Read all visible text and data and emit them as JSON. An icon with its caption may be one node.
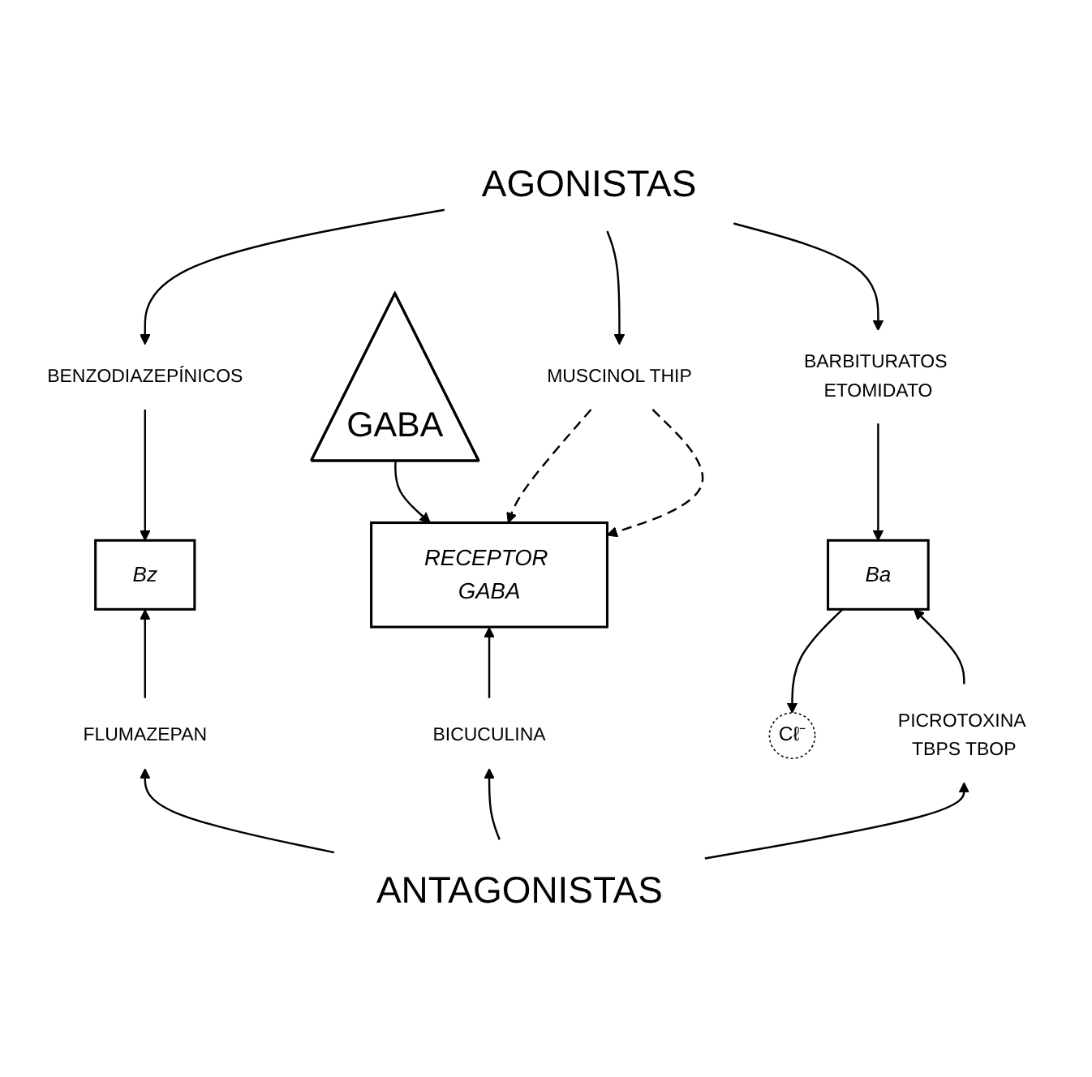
{
  "diagram": {
    "nodes": [
      {
        "text": [
          "AGONISTAS"
        ]
      },
      {
        "text": [
          "MUSCINOL THIP"
        ]
      },
      {
        "text": [
          "BENZODIAZEPÍNICOS"
        ]
      },
      {
        "text": [
          "BARBITURATOS ETOMIDATO"
        ]
      },
      {
        "text": [
          "GABA"
        ]
      },
      {
        "text": [
          "RECEPTOR GABA"
        ]
      },
      {
        "text": [
          "Bz"
        ]
      },
      {
        "text": [
          "Ba"
        ]
      },
      {
        "text": [
          "Cℓ⁻"
        ]
      },
      {
        "text": [
          "FLUMAZEPAN"
        ]
      },
      {
        "text": [
          "BICUCULINA"
        ]
      },
      {
        "text": [
          "PICROTOXINA TBPS TBOP"
        ]
      },
      {
        "text": [
          "ANTAGONISTAS"
        ]
      }
    ],
    "edges": [
      {
        "from": 0,
        "to": 2,
        "arrow": "to"
      },
      {
        "from": 0,
        "to": 1,
        "arrow": "to"
      },
      {
        "from": 0,
        "to": 3,
        "arrow": "to"
      },
      {
        "from": 2,
        "to": 6,
        "arrow": "to"
      },
      {
        "from": 1,
        "to": 5,
        "arrow": "to",
        "style": "dashed"
      },
      {
        "from": 4,
        "to": 5,
        "arrow": "to"
      },
      {
        "from": 1,
        "to": 5,
        "arrow": "to",
        "style": "dashed"
      },
      {
        "from": 3,
        "to": 7,
        "arrow": "to"
      },
      {
        "from": 7,
        "to": 8,
        "arrow": "to"
      },
      {
        "from": 9,
        "to": 6,
        "arrow": "to"
      },
      {
        "from": 10,
        "to": 5,
        "arrow": "to"
      },
      {
        "from": 11,
        "to": 7,
        "arrow": "to"
      },
      {
        "from": 12,
        "to": 9,
        "arrow": "to"
      },
      {
        "from": 12,
        "to": 10,
        "arrow": "to"
      },
      {
        "from": 12,
        "to": 11,
        "arrow": "to"
      }
    ]
  }
}
